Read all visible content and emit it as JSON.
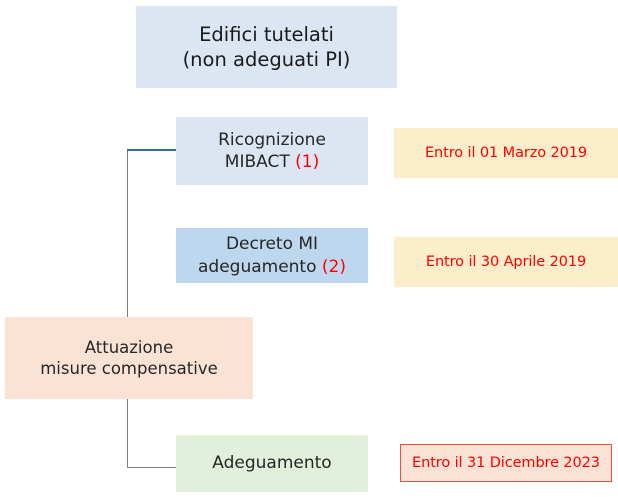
{
  "diagram": {
    "title_node": {
      "line1": "Edifici tutelati",
      "line2": "(non adeguati PI)",
      "color": "#dce6f2"
    },
    "nodes": [
      {
        "id": "recognition",
        "line1": "Ricognizione",
        "line2": "MIBACT",
        "ref": "(1)",
        "color": "#dce6f2"
      },
      {
        "id": "decree",
        "line1": "Decreto MI",
        "line2": "adeguamento",
        "ref": "(2)",
        "color": "#bdd7ee"
      },
      {
        "id": "compliance",
        "line1": "Adeguamento",
        "line2": "",
        "ref": "",
        "color": "#e2efda"
      }
    ],
    "implementation_node": {
      "line1": "Attuazione",
      "line2": "misure compensative",
      "color": "#fae3d5"
    },
    "deadlines": [
      {
        "id": "deadline-recognition",
        "text": "Entro il 01 Marzo 2019",
        "background": "#fdeecb",
        "text_color": "#ff0000"
      },
      {
        "id": "deadline-decree",
        "text": "Entro il 30 Aprile 2019",
        "background": "#fdeecb",
        "text_color": "#ff0000"
      },
      {
        "id": "deadline-compliance",
        "text": "Entro il 31 Dicembre 2023",
        "background": "#fbe2d5",
        "border_color": "#e8503a",
        "text_color": "#ff0000"
      }
    ],
    "connector_colors": {
      "trunk": "#808080",
      "branch_top": "#3b6aa9"
    }
  }
}
